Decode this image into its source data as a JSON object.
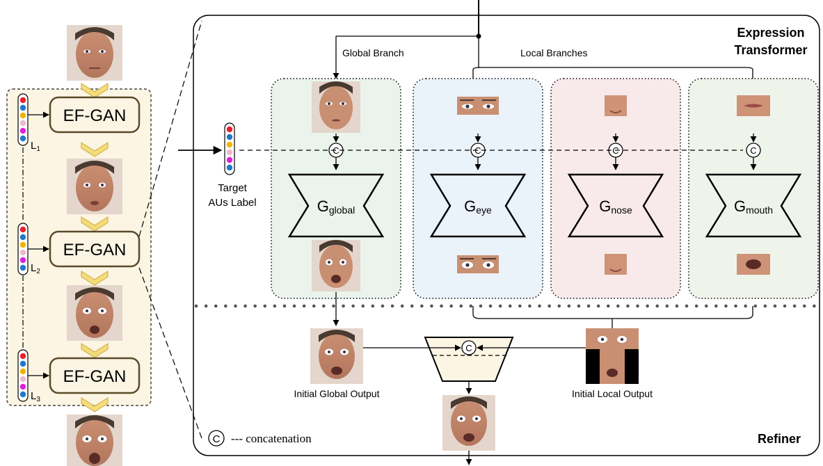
{
  "pipeline": {
    "block_label": "EF-GAN",
    "stage_labels": [
      {
        "main": "L",
        "sub": "1"
      },
      {
        "main": "L",
        "sub": "2"
      },
      {
        "main": "L",
        "sub": "3"
      }
    ],
    "label_dot_colors": [
      "#e8202a",
      "#1f78c8",
      "#f2b400",
      "#f0b8c8",
      "#e020d8",
      "#1f78c8"
    ]
  },
  "transformer": {
    "title_line1": "Expression",
    "title_line2": "Transformer",
    "global_branch_label": "Global Branch",
    "local_branches_label": "Local Branches",
    "target_label_line1": "Target",
    "target_label_line2": "AUs Label",
    "generators": [
      {
        "main": "G",
        "sub": "global",
        "tint": "#eaf4ec"
      },
      {
        "main": "G",
        "sub": "eye",
        "tint": "#eaf2fa"
      },
      {
        "main": "G",
        "sub": "nose",
        "tint": "#f8eaea"
      },
      {
        "main": "G",
        "sub": "mouth",
        "tint": "#eff4ea"
      }
    ],
    "concat_symbol": "C"
  },
  "refiner": {
    "title": "Refiner",
    "initial_global_label": "Initial Global Output",
    "initial_local_label": "Initial Local Output"
  },
  "legend": {
    "symbol": "C",
    "text": "--- concatenation"
  },
  "colors": {
    "pipeline_bg": "#fcf5e3",
    "chevron": "#f5dc7a",
    "skin": "#d9a084",
    "refiner_fill": "#fcf5e3"
  }
}
